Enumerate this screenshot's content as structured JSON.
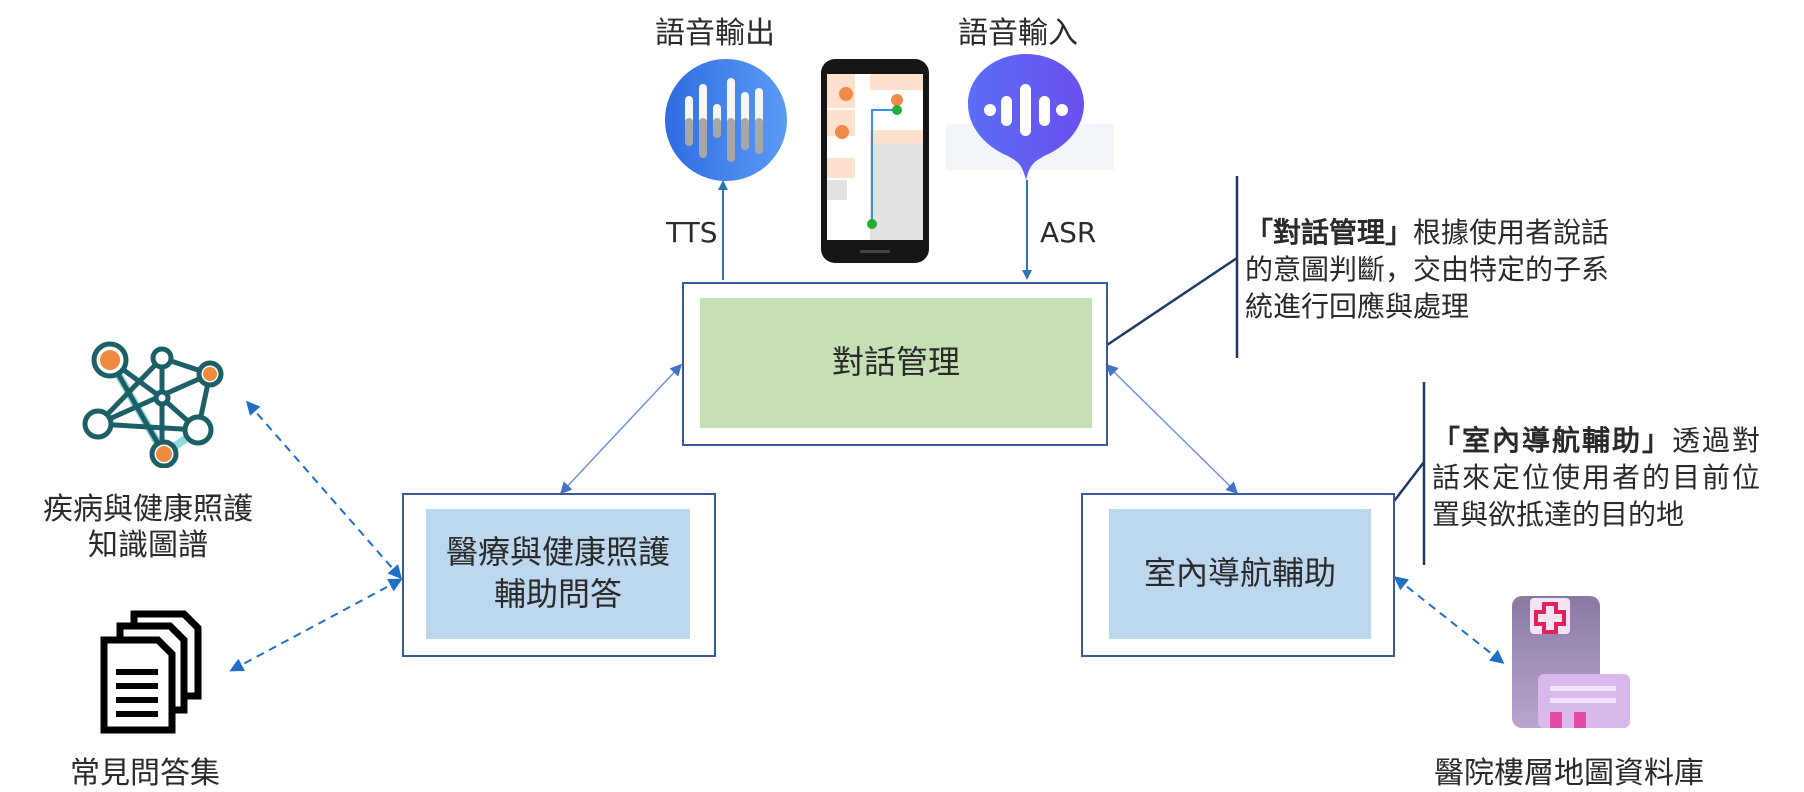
{
  "top_icons": {
    "tts": {
      "title": "語音輸出",
      "edge_label": "TTS"
    },
    "asr": {
      "title": "語音輸入",
      "edge_label": "ASR"
    }
  },
  "nodes": {
    "dialog_manager": "對話管理",
    "medical_qa": "醫療與健康照護輔助問答",
    "indoor_nav": "室內導航輔助"
  },
  "resources": {
    "knowledge_graph": [
      "疾病與健康照護",
      "知識圖譜"
    ],
    "faq": "常見問答集",
    "floor_map_db": "醫院樓層地圖資料庫"
  },
  "notes": {
    "dialog_manager": {
      "highlight": "「對話管理」",
      "lines": [
        "根據使用者說話",
        "的意圖判斷，交由特定的子系",
        "統進行回應與處理"
      ]
    },
    "indoor_nav": {
      "highlight": "「室內導航輔助」",
      "lines": [
        "透過對",
        "話來定位使用者的目前位",
        "置與欲抵達的目的地"
      ]
    }
  },
  "colors": {
    "box_border": "#3b5a9e",
    "dialog_fill": "#c5e0b4",
    "subsystem_fill": "#bdd7ee",
    "arrow_blue": "#2e75b6",
    "callout_line": "#1f3864"
  }
}
